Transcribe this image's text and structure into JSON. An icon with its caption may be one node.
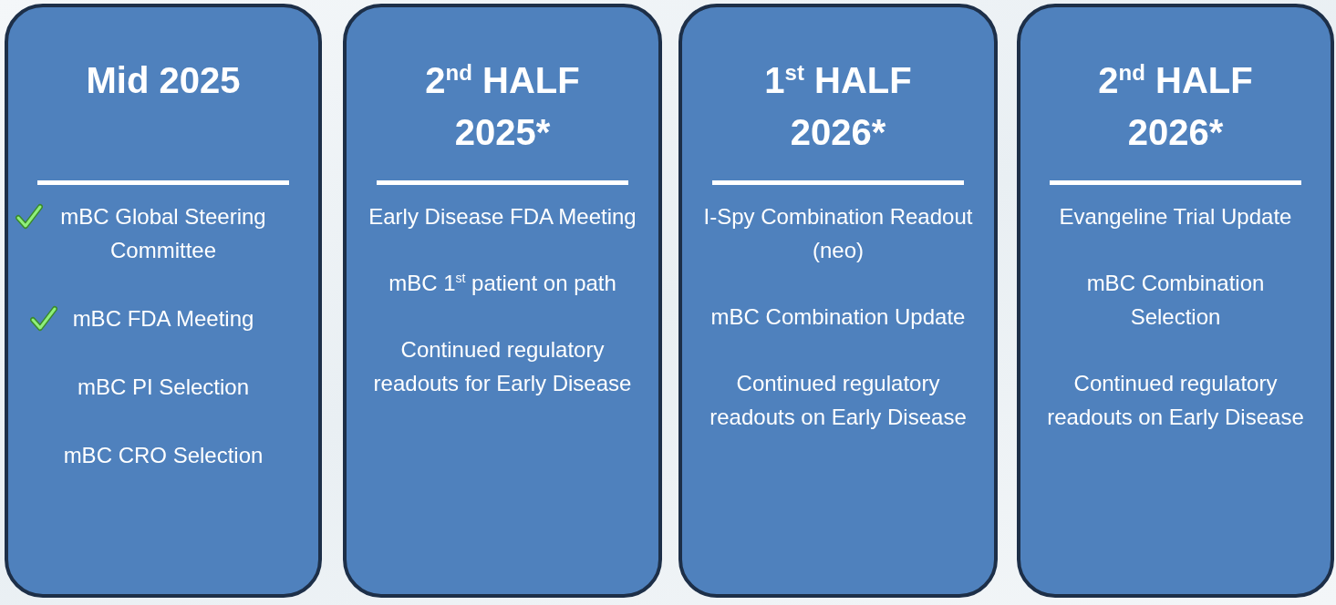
{
  "diagram": {
    "nodes": [
      {
        "text": [
          "Mid 2025",
          "mBC Global Steering Committee",
          "mBC FDA Meeting",
          "mBC PI Selection",
          "mBC CRO Selection"
        ]
      },
      {
        "text": [
          "2$^{nd}$ HALF 2025*",
          "Early Disease FDA Meeting",
          "mBC 1$^{st}$ patient on path",
          "Continued regulatory readouts for Early Disease"
        ]
      },
      {
        "text": [
          "1$^{st}$ HALF 2026*",
          "I-Spy Combination Readout (neo)",
          "mBC Combination Update",
          "Continued regulatory readouts on Early Disease"
        ]
      },
      {
        "text": [
          "2$^{nd}$ HALF 2026*",
          "Evangeline Trial Update",
          "mBC Combination Selection",
          "Continued regulatory readouts on Early Disease"
        ]
      }
    ]
  }
}
